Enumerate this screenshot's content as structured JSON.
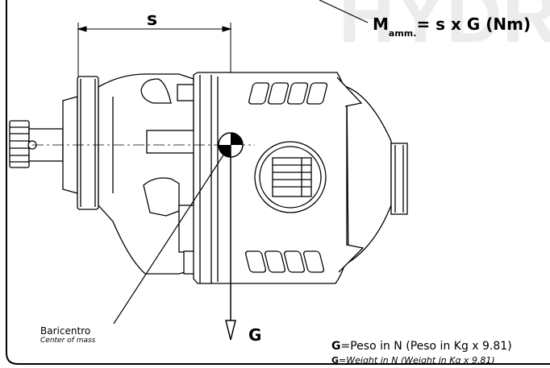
{
  "watermark": "HYDRO",
  "diagram": {
    "distance_label": "s",
    "formula": {
      "moment_symbol": "M",
      "moment_subscript": "amm.",
      "rhs": "= s x G (Nm)"
    },
    "force_label": "G",
    "center_of_mass": {
      "label_it": "Baricentro",
      "label_en": "Center of mass"
    },
    "notes": {
      "it_key": "G",
      "it_text": "=Peso in N (Peso in Kg x 9.81)",
      "en_key": "G",
      "en_text": "=Weight in N (Weight in Kg x 9.81)"
    }
  },
  "colors": {
    "line": "#000000",
    "watermark": "#ececec",
    "background": "#ffffff"
  }
}
